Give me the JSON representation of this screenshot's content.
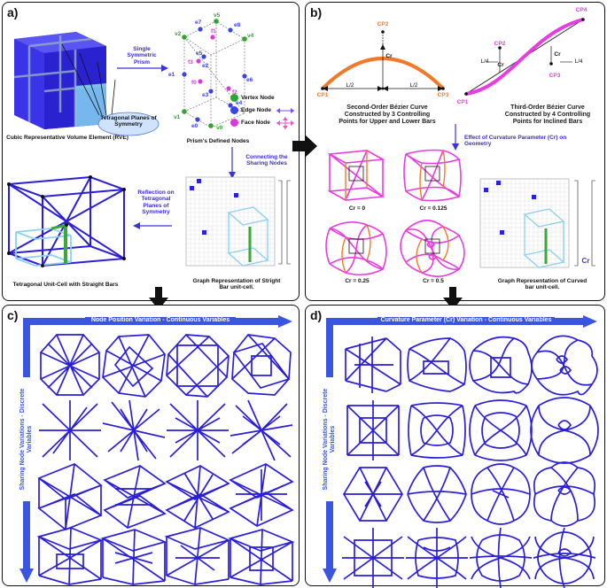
{
  "panels": {
    "a": {
      "label": "a)",
      "rve_caption": "Cubic Representative Volume Element (RVE)",
      "prism_label": "Single Symmetric Prism",
      "symmetry_label": "Tetragonal Planes of Symmetry",
      "prism_nodes_caption": "Prism's Defined Nodes",
      "legend": {
        "vertex": "Vertex Node",
        "edge": "Edge Node",
        "face": "Face Node"
      },
      "connect_label": "Connecting the Sharing Nodes",
      "reflection_label": "Reflection on Tetragonal Planes of Symmetry",
      "unitcell_caption": "Tetragonal Unit-Cell with Straight Bars",
      "graph_caption": "Graph Representation of Stright Bar unit-cell.",
      "node_labels": [
        "v5",
        "e7",
        "e8",
        "v2",
        "f1",
        "v4",
        "e1",
        "e5",
        "f3",
        "e2",
        "e6",
        "f0",
        "f2",
        "e3",
        "e4",
        "v1",
        "e0",
        "v0"
      ]
    },
    "b": {
      "label": "b)",
      "cp2": "CP2",
      "cp1": "CP1",
      "cp3": "CP3",
      "cr": "Cr",
      "half": "L/2",
      "second_order_caption": "Second-Order Bézier Curve Constructed by 3 Controlling Points for Upper and Lower Bars",
      "cp4": "CP4",
      "quarter": "L/4",
      "third_order_caption": "Third-Order Bézier Curve Constructed by 4 Controlling Points for Inclined Bars",
      "effect_label": "Effect of Curvature Parameter (Cr) on Geometry",
      "cr_values": [
        "Cr = 0",
        "Cr = 0.125",
        "Cr = 0.25",
        "Cr = 0.5"
      ],
      "graph_caption": "Graph Representation of Curved bar unit-cell."
    },
    "c": {
      "label": "c)",
      "top_arrow": "Node Position Variation - Continuous Variables",
      "side_arrow": "Sharing Node Variations - Discrete Variables"
    },
    "d": {
      "label": "d)",
      "top_arrow": "Curvature Parameter (Cr) Variation - Continuous Variables",
      "side_arrow": "Sharing Node Variations - Discrete Variables"
    }
  },
  "colors": {
    "lattice_blue": "#2a1fd6",
    "arrow_blue": "#3a55e0",
    "bezier_orange": "#f07a2a",
    "bezier_magenta": "#e83ce0",
    "vertex_green": "#2fa52f",
    "edge_blue": "#3a44e0",
    "face_magenta": "#d93ad9",
    "cube_blue": "#3a33e8"
  }
}
